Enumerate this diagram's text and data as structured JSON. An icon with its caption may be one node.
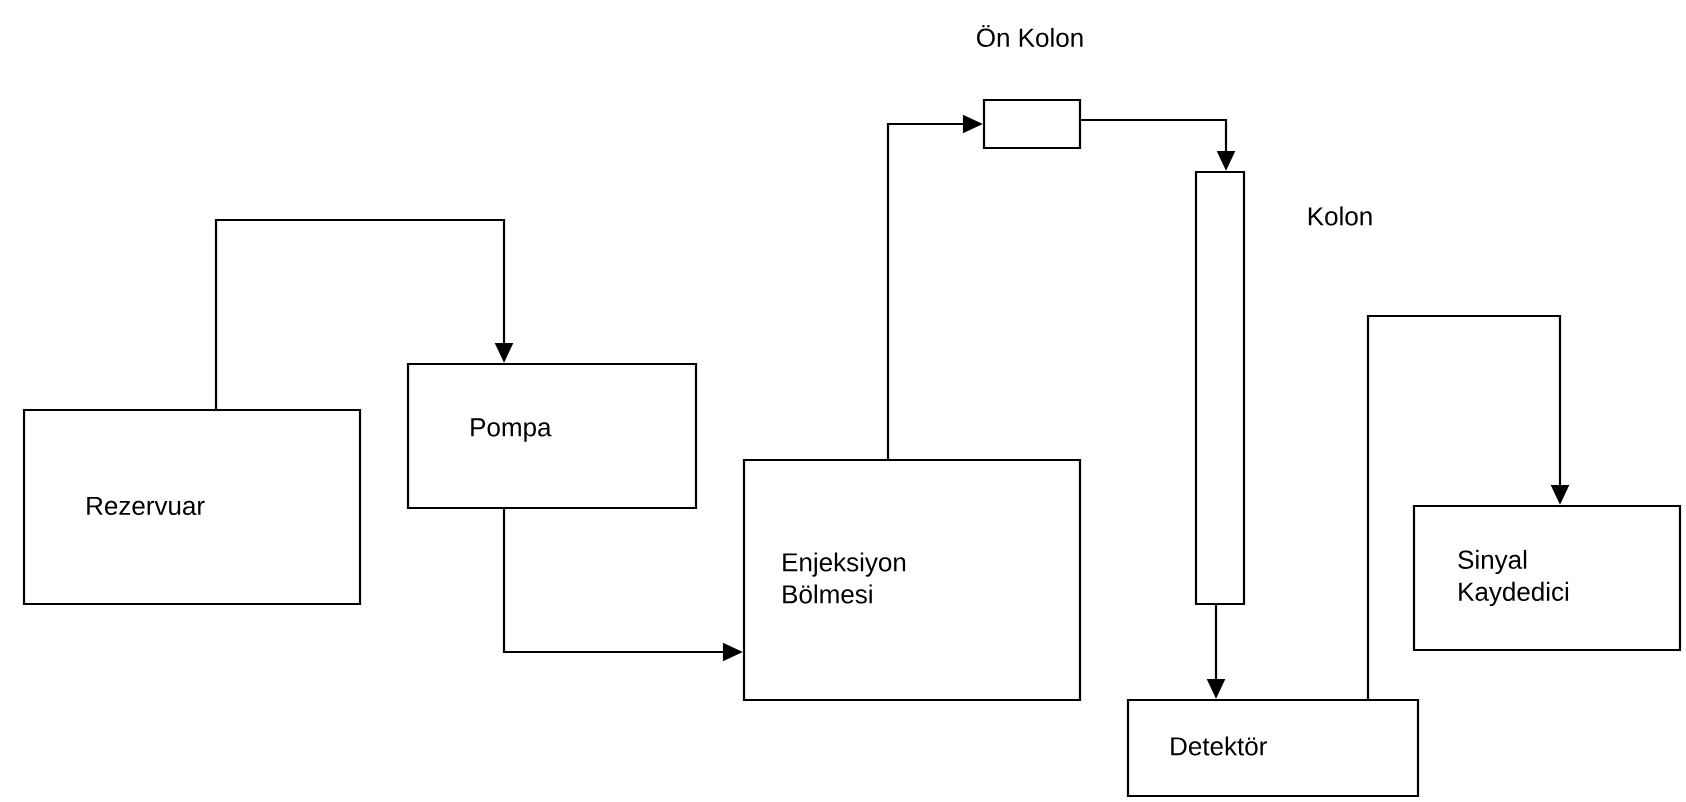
{
  "diagram": {
    "nodes": [
      {
        "text": [
          "Rezervuar"
        ]
      },
      {
        "text": [
          "Pompa"
        ]
      },
      {
        "text": [
          "Enjeksiyon Bölmesi"
        ]
      },
      {
        "text": [],
        "shape": "box",
        "beside": [
          "Ön Kolon"
        ]
      },
      {
        "text": [],
        "shape": "box",
        "beside": [
          "Kolon"
        ]
      },
      {
        "text": [
          "Detektör"
        ]
      },
      {
        "text": [
          "Sinyal Kaydedici"
        ]
      }
    ],
    "edges": [
      {
        "from": 0,
        "to": 1,
        "arrow": "to"
      },
      {
        "from": 1,
        "to": 2,
        "arrow": "to"
      },
      {
        "from": 2,
        "to": 3,
        "arrow": "to"
      },
      {
        "from": 3,
        "to": 4,
        "arrow": "to"
      },
      {
        "from": 4,
        "to": 5,
        "arrow": "to"
      },
      {
        "from": 5,
        "to": 6,
        "arrow": "to"
      }
    ]
  }
}
